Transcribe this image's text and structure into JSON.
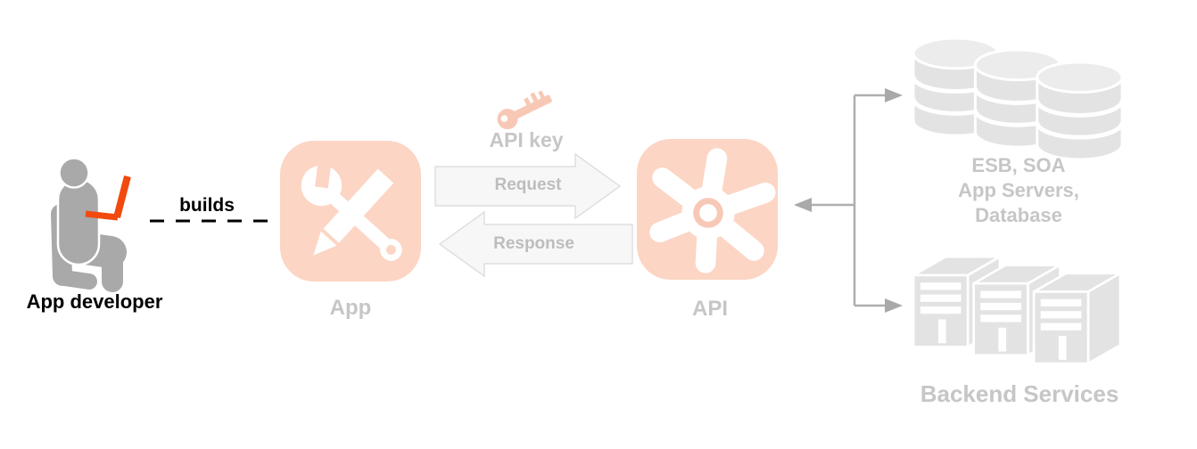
{
  "colors": {
    "accent-salmon": "#fcd5c4",
    "accent-salmon-deep": "#f8c8b6",
    "accent-orange": "#f2490f",
    "figure-gray": "#a9a9a9",
    "icon-gray": "#e3e3e3",
    "icon-gray-light": "#ececec",
    "label-gray": "#c6c6c6",
    "arrow-fill": "#f7f7f7",
    "arrow-border": "#dfdfdf",
    "arrow-text": "#bdbdbd",
    "connector-gray": "#aeaeae",
    "text-black": "#000000"
  },
  "diagram": {
    "developer": {
      "label": "App developer",
      "relation_label": "builds"
    },
    "app": {
      "label": "App"
    },
    "api_key": {
      "label": "API key"
    },
    "request": {
      "label": "Request"
    },
    "response": {
      "label": "Response"
    },
    "api": {
      "label": "API"
    },
    "esb": {
      "lines": [
        "ESB, SOA",
        "App Servers,",
        "Database"
      ]
    },
    "backend": {
      "label": "Backend Services"
    }
  }
}
